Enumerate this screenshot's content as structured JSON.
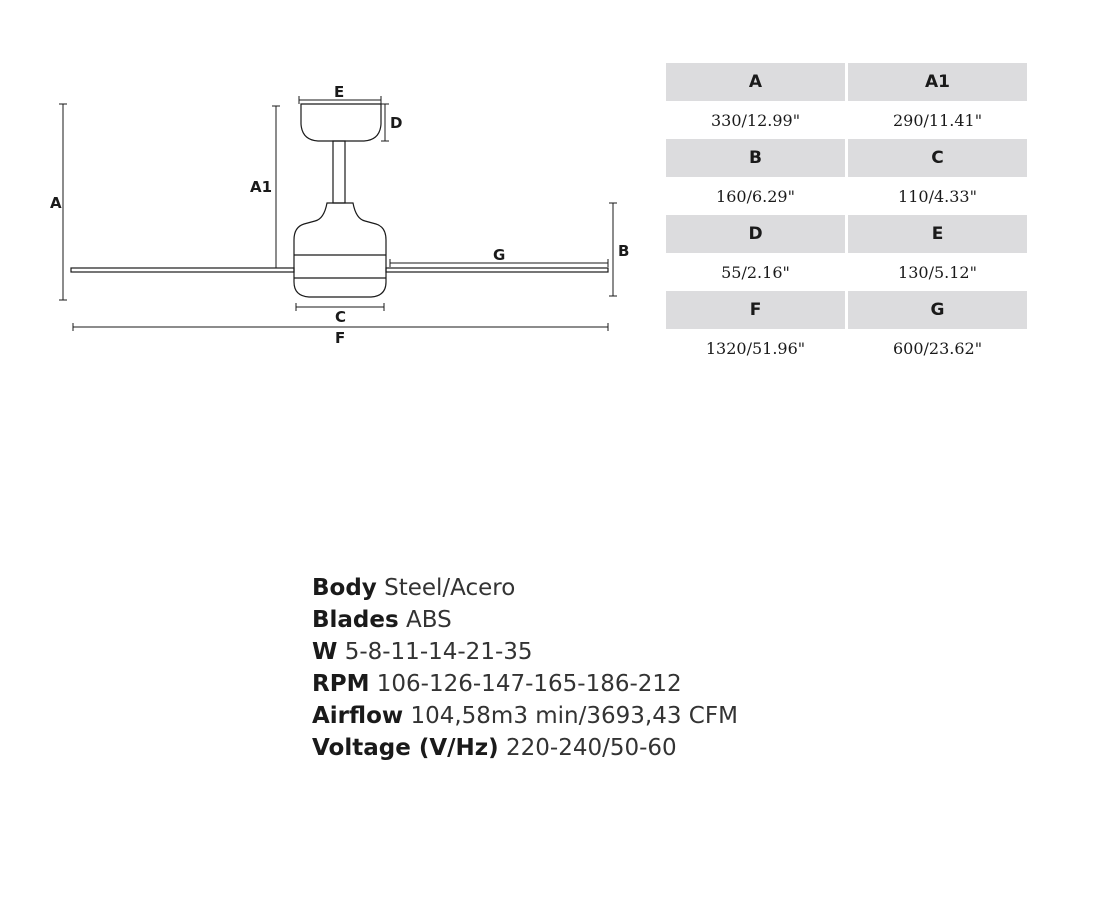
{
  "diagram": {
    "labels": {
      "A": "A",
      "A1": "A1",
      "B": "B",
      "C": "C",
      "D": "D",
      "E": "E",
      "F": "F",
      "G": "G"
    }
  },
  "dimensions": {
    "rows": [
      {
        "left": {
          "header": "A",
          "value": "330/12.99\""
        },
        "right": {
          "header": "A1",
          "value": "290/11.41\""
        }
      },
      {
        "left": {
          "header": "B",
          "value": "160/6.29\""
        },
        "right": {
          "header": "C",
          "value": "110/4.33\""
        }
      },
      {
        "left": {
          "header": "D",
          "value": "55/2.16\""
        },
        "right": {
          "header": "E",
          "value": "130/5.12\""
        }
      },
      {
        "left": {
          "header": "F",
          "value": "1320/51.96\""
        },
        "right": {
          "header": "G",
          "value": "600/23.62\""
        }
      }
    ]
  },
  "specs": [
    {
      "label": "Body",
      "value": "Steel/Acero"
    },
    {
      "label": "Blades",
      "value": "ABS"
    },
    {
      "label": "W",
      "value": "5-8-11-14-21-35"
    },
    {
      "label": "RPM",
      "value": "106-126-147-165-186-212"
    },
    {
      "label": "Airflow",
      "value": "104,58m3 min/3693,43 CFM"
    },
    {
      "label": "Voltage (V/Hz)",
      "value": "220-240/50-60"
    }
  ],
  "colors": {
    "header_bg": "#dcdcde",
    "line": "#1a1a1a",
    "text": "#1a1a1a"
  }
}
